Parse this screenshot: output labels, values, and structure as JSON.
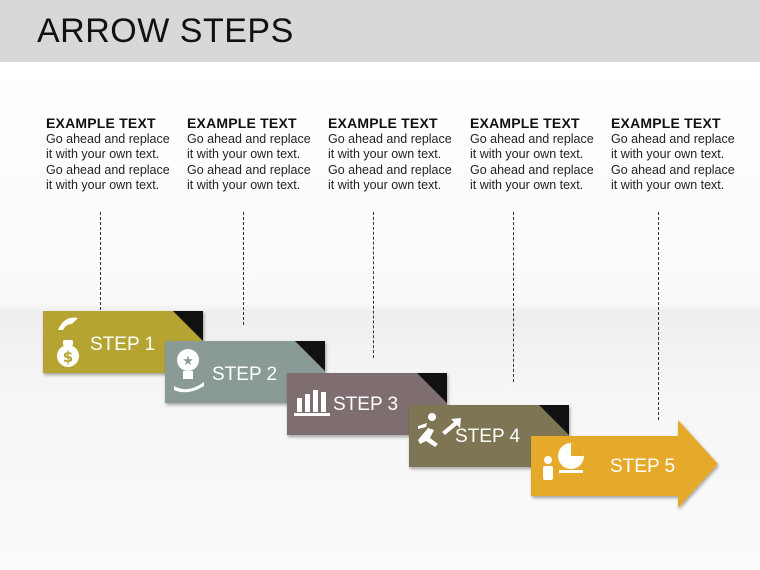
{
  "title": "ARROW STEPS",
  "notes": [
    {
      "heading": "EXAMPLE TEXT",
      "body": "Go ahead and replace it with your own text. Go ahead and replace it with your own text."
    },
    {
      "heading": "EXAMPLE TEXT",
      "body": "Go ahead and replace it with your own text. Go ahead and replace it with your own text."
    },
    {
      "heading": "EXAMPLE TEXT",
      "body": "Go ahead and replace it with your own text. Go ahead and replace it with your own text."
    },
    {
      "heading": "EXAMPLE TEXT",
      "body": "Go ahead and replace it with your own text. Go ahead and replace it with your own text."
    },
    {
      "heading": "EXAMPLE TEXT",
      "body": "Go ahead and replace it with your own text. Go ahead and replace it with your own text."
    }
  ],
  "steps": [
    {
      "label": "STEP 1",
      "color": "#b5a431",
      "icon": "money-bag-hand-icon"
    },
    {
      "label": "STEP 2",
      "color": "#8a9a96",
      "icon": "lightbulb-hand-icon"
    },
    {
      "label": "STEP 3",
      "color": "#7e6e70",
      "icon": "bar-chart-icon"
    },
    {
      "label": "STEP 4",
      "color": "#7d7552",
      "icon": "runner-arrow-icon"
    },
    {
      "label": "STEP 5",
      "color": "#e6aa2a",
      "icon": "presenter-pie-icon"
    }
  ]
}
